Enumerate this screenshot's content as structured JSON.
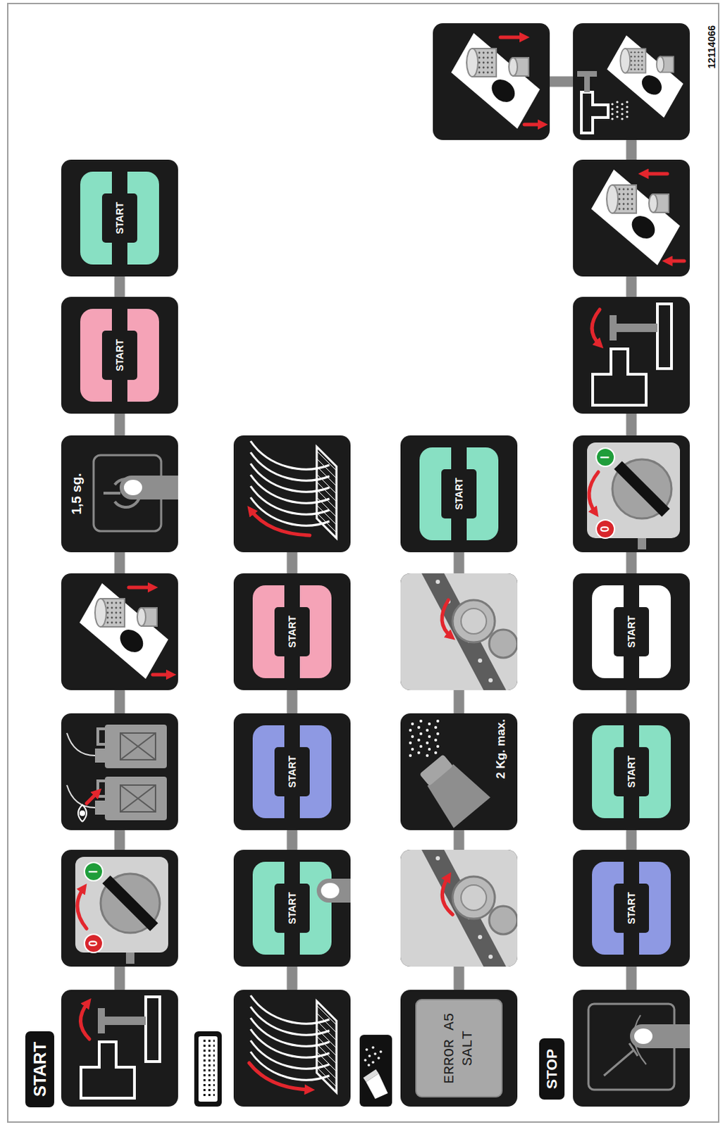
{
  "diagram": {
    "nodes": [
      {
        "text": [
          "START"
        ]
      },
      {
        "text": []
      },
      {
        "text": [
          "0",
          "I"
        ]
      },
      {
        "text": []
      },
      {
        "text": []
      },
      {
        "text": [
          "1,5 sg."
        ]
      },
      {
        "text": [
          "START"
        ]
      },
      {
        "text": [
          "START"
        ]
      },
      {
        "text": []
      },
      {
        "text": [
          "START"
        ]
      },
      {
        "text": [
          "START"
        ]
      },
      {
        "text": [
          "START"
        ]
      },
      {
        "text": []
      },
      {
        "text": [
          "ERROR A5 SALT"
        ]
      },
      {
        "text": []
      },
      {
        "text": [
          "2 Kg. max."
        ]
      },
      {
        "text": []
      },
      {
        "text": [
          "START"
        ]
      },
      {
        "text": [
          "STOP"
        ]
      },
      {
        "text": []
      },
      {
        "text": [
          "START"
        ]
      },
      {
        "text": [
          "START"
        ]
      },
      {
        "text": [
          "START"
        ]
      },
      {
        "text": [
          "0",
          "I"
        ]
      },
      {
        "text": []
      },
      {
        "text": []
      },
      {
        "text": []
      },
      {
        "text": []
      }
    ],
    "edges": [
      {
        "from": 1,
        "to": 2,
        "arrow": "none"
      },
      {
        "from": 2,
        "to": 3,
        "arrow": "none"
      },
      {
        "from": 3,
        "to": 4,
        "arrow": "none"
      },
      {
        "from": 4,
        "to": 5,
        "arrow": "none"
      },
      {
        "from": 5,
        "to": 6,
        "arrow": "none"
      },
      {
        "from": 6,
        "to": 7,
        "arrow": "none"
      },
      {
        "from": 8,
        "to": 9,
        "arrow": "none"
      },
      {
        "from": 9,
        "to": 10,
        "arrow": "none"
      },
      {
        "from": 10,
        "to": 11,
        "arrow": "none"
      },
      {
        "from": 11,
        "to": 12,
        "arrow": "none"
      },
      {
        "from": 13,
        "to": 14,
        "arrow": "none"
      },
      {
        "from": 14,
        "to": 15,
        "arrow": "none"
      },
      {
        "from": 15,
        "to": 16,
        "arrow": "none"
      },
      {
        "from": 16,
        "to": 17,
        "arrow": "none"
      },
      {
        "from": 19,
        "to": 20,
        "arrow": "none"
      },
      {
        "from": 20,
        "to": 21,
        "arrow": "none"
      },
      {
        "from": 21,
        "to": 22,
        "arrow": "none"
      },
      {
        "from": 22,
        "to": 23,
        "arrow": "none"
      },
      {
        "from": 23,
        "to": 24,
        "arrow": "none"
      },
      {
        "from": 24,
        "to": 25,
        "arrow": "none"
      },
      {
        "from": 25,
        "to": 26,
        "arrow": "none"
      },
      {
        "from": 26,
        "to": 27,
        "arrow": "none"
      }
    ],
    "labels": [
      "12114066"
    ]
  }
}
